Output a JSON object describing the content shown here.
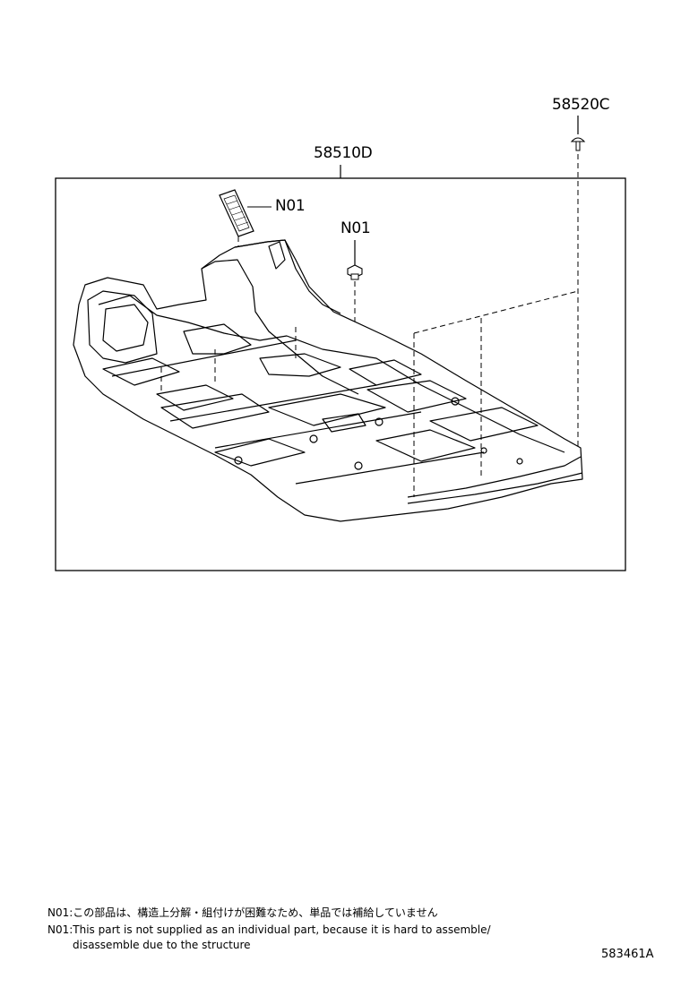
{
  "callouts": {
    "clip_part": "58520C",
    "carpet_part": "58510D",
    "n01_upper": "N01",
    "n01_lower": "N01"
  },
  "notes": {
    "japanese": "N01:この部品は、構造上分解・組付けが困難なため、単品では補給していません",
    "english_line1": "N01:This part is not supplied as an individual part,  because it is hard to assemble/",
    "english_line2": "disassemble due to the structure"
  },
  "catalog_code": "583461A"
}
